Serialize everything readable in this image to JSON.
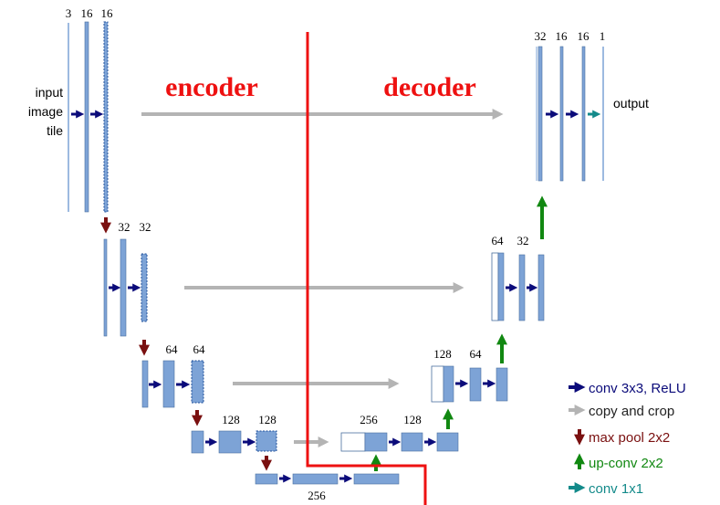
{
  "colors": {
    "block_fill": "#7da3d6",
    "block_stroke": "#4a6f9e",
    "conv_arrow": "#0b0b7a",
    "copy_arrow": "#b4b4b4",
    "pool_arrow": "#7a1010",
    "upconv_arrow": "#118811",
    "conv1x1_arrow": "#138a8a",
    "divider": "#ee1111",
    "encoder_text": "#ee1111",
    "decoder_text": "#ee1111"
  },
  "labels": {
    "encoder": "encoder",
    "decoder": "decoder",
    "input_line1": "input",
    "input_line2": "image",
    "input_line3": "tile",
    "output": "output"
  },
  "channels": {
    "l1_a": "3",
    "l1_b": "16",
    "l1_c": "16",
    "l2_a": "32",
    "l2_b": "32",
    "l3_a": "64",
    "l3_b": "64",
    "l4_a": "128",
    "l4_b": "128",
    "l5": "256",
    "d4_a": "256",
    "d4_b": "128",
    "d3_a": "128",
    "d3_b": "64",
    "d2_a": "64",
    "d2_b": "32",
    "d1_a": "32",
    "d1_b": "16",
    "d1_c": "16",
    "d1_d": "1"
  },
  "legend": {
    "conv": "conv 3x3, ReLU",
    "copy": "copy and crop",
    "pool": "max pool 2x2",
    "upconv": "up-conv 2x2",
    "conv1x1": "conv 1x1"
  },
  "legend_icons": {
    "conv": "right-arrow-icon",
    "copy": "right-arrow-icon",
    "pool": "down-arrow-icon",
    "upconv": "up-arrow-icon",
    "conv1x1": "right-arrow-icon"
  }
}
